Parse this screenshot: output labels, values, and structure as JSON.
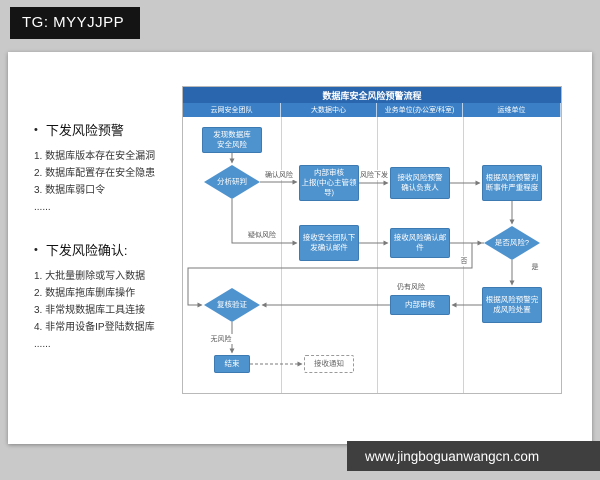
{
  "watermarks": {
    "tg": "TG: MYYJJPP",
    "site": "www.jingboguanwangcn.com"
  },
  "left_panel": {
    "bullet": "•",
    "sections": [
      {
        "title": "下发风险预警",
        "items": [
          "1. 数据库版本存在安全漏洞",
          "2. 数据库配置存在安全隐患",
          "3. 数据库弱口令",
          "......"
        ]
      },
      {
        "title": "下发风险确认:",
        "items": [
          "1. 大批量删除或写入数据",
          "2. 数据库拖库删库操作",
          "3. 非常规数据库工具连接",
          "4. 非常用设备IP登陆数据库",
          "......"
        ]
      }
    ]
  },
  "flowchart": {
    "title": "数据库安全风险预警流程",
    "lanes": [
      "云网安全团队",
      "大数据中心",
      "业务单位(办公室/科室)",
      "运维单位"
    ],
    "nodes": {
      "discover": "发现数据库\n安全风险",
      "analyze": "分析研判",
      "approve": "内部审核\n上报(中心主管领导)",
      "receive_warning": "接收风险预警\n确认负责人",
      "judge": "根据风险预警判断事件严重程度",
      "confirm_mail": "接收安全团队下发确认邮件",
      "receive_confirm": "接收风险确认邮件",
      "risk_check": "是否风险?",
      "dispose": "根据风险预警完成风险处置",
      "internal_audit": "内部审核",
      "verify": "复核验证",
      "end": "结束",
      "notify": "接收通知"
    },
    "edge_labels": {
      "confirm": "确认风险",
      "issue": "风险下发",
      "suspect": "疑似风险",
      "yes": "是",
      "no": "否",
      "still": "仍有风险",
      "none": "无风险"
    }
  }
}
